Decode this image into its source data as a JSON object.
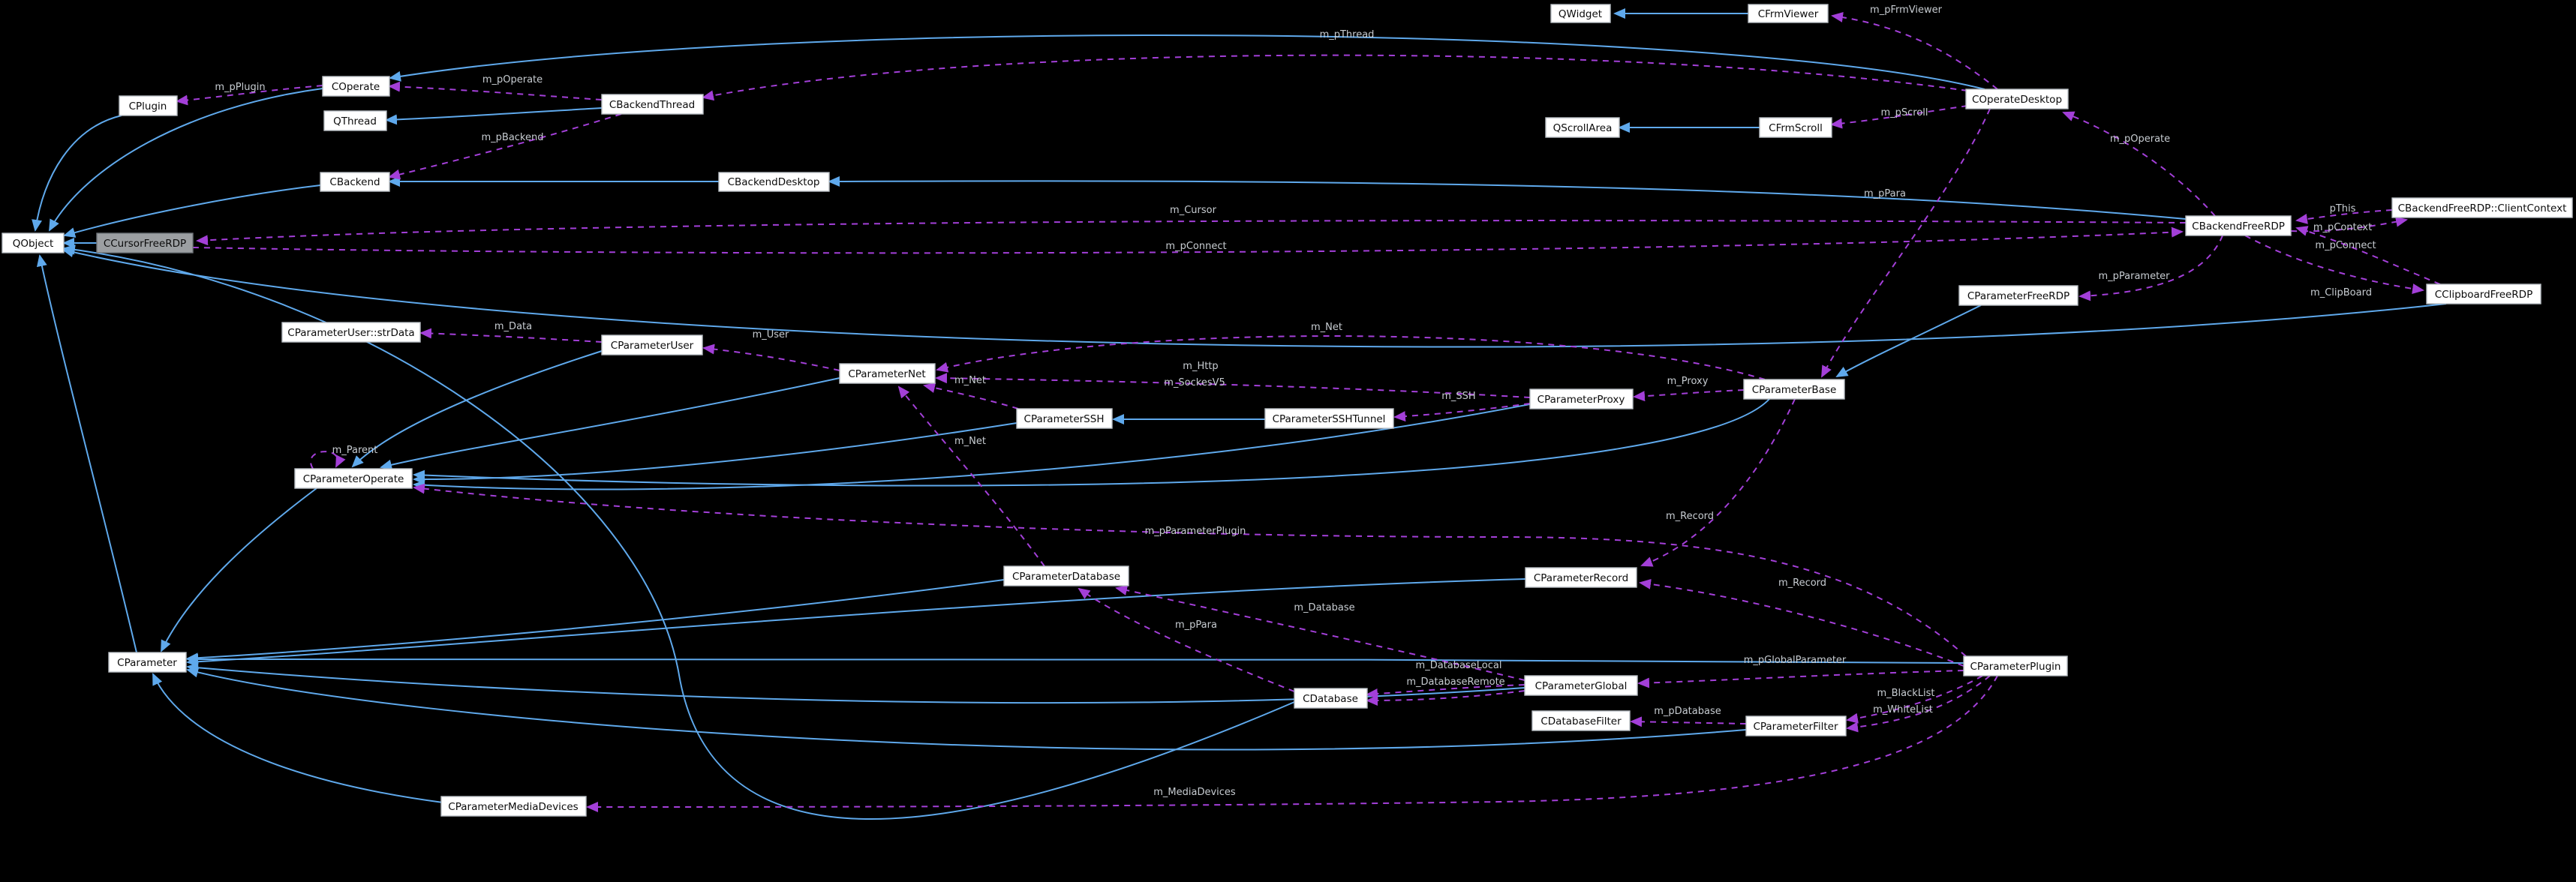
{
  "diagram": {
    "type": "class-collaboration-graph",
    "background": "#000000",
    "colors": {
      "inheritance_edge": "#5fa9ec",
      "member_edge": "#a33fd8",
      "node_fill": "#ffffff",
      "node_border": "#b9bfc5",
      "highlight_node_fill": "#9c9fa2",
      "edge_label_text": "#c7ccd1",
      "node_text": "#0b0b0b"
    },
    "highlighted_node": "CCursorFreeRDP",
    "nodes": [
      {
        "id": "qwidget",
        "label": "QWidget"
      },
      {
        "id": "cfrmviewer",
        "label": "CFrmViewer"
      },
      {
        "id": "coperatedesktop",
        "label": "COperateDesktop"
      },
      {
        "id": "qscrollarea",
        "label": "QScrollArea"
      },
      {
        "id": "cfrmscroll",
        "label": "CFrmScroll"
      },
      {
        "id": "cplugin",
        "label": "CPlugin"
      },
      {
        "id": "coperate",
        "label": "COperate"
      },
      {
        "id": "qthread",
        "label": "QThread"
      },
      {
        "id": "cbackendthread",
        "label": "CBackendThread"
      },
      {
        "id": "cbackend",
        "label": "CBackend"
      },
      {
        "id": "cbackenddesktop",
        "label": "CBackendDesktop"
      },
      {
        "id": "qobject",
        "label": "QObject"
      },
      {
        "id": "ccursorfreerdp",
        "label": "CCursorFreeRDP"
      },
      {
        "id": "cbackendfreerdp",
        "label": "CBackendFreeRDP"
      },
      {
        "id": "clientcontext",
        "label": "CBackendFreeRDP::ClientContext"
      },
      {
        "id": "cclipboardfreerdp",
        "label": "CClipboardFreeRDP"
      },
      {
        "id": "cparameterfreerdp",
        "label": "CParameterFreeRDP"
      },
      {
        "id": "strdata",
        "label": "CParameterUser::strData"
      },
      {
        "id": "cparameteruser",
        "label": "CParameterUser"
      },
      {
        "id": "cparameternet",
        "label": "CParameterNet"
      },
      {
        "id": "cparameterssh",
        "label": "CParameterSSH"
      },
      {
        "id": "cparametersshtunnel",
        "label": "CParameterSSHTunnel"
      },
      {
        "id": "cparameterproxy",
        "label": "CParameterProxy"
      },
      {
        "id": "cparameterbase",
        "label": "CParameterBase"
      },
      {
        "id": "cparameteroperate",
        "label": "CParameterOperate"
      },
      {
        "id": "cparameterdatabase",
        "label": "CParameterDatabase"
      },
      {
        "id": "cparameterrecord",
        "label": "CParameterRecord"
      },
      {
        "id": "cparameter",
        "label": "CParameter"
      },
      {
        "id": "cparameterplugin",
        "label": "CParameterPlugin"
      },
      {
        "id": "cparameterglobal",
        "label": "CParameterGlobal"
      },
      {
        "id": "cdatabase",
        "label": "CDatabase"
      },
      {
        "id": "cdatabasefilter",
        "label": "CDatabaseFilter"
      },
      {
        "id": "cparameterfilter",
        "label": "CParameterFilter"
      },
      {
        "id": "cparametermediadevices",
        "label": "CParameterMediaDevices"
      }
    ],
    "edge_labels": [
      "m_pPlugin",
      "m_pOperate",
      "m_pBackend",
      "m_pThread",
      "m_pFrmViewer",
      "m_pScroll",
      "m_pOperate",
      "m_pPara",
      "pThis",
      "m_pContext",
      "m_pConnect",
      "m_ClipBoard",
      "m_Cursor",
      "m_pConnect",
      "m_pParameter",
      "m_Data",
      "m_User",
      "m_Net",
      "m_Net",
      "m_Net",
      "m_Http",
      "m_SockesV5",
      "m_SSH",
      "m_Proxy",
      "m_Parent",
      "m_Record",
      "m_Record",
      "m_pParameterPlugin",
      "m_Database",
      "m_pPara",
      "m_DatabaseLocal",
      "m_DatabaseRemote",
      "m_pGlobalParameter",
      "m_pDatabase",
      "m_BlackList",
      "m_WhiteList",
      "m_MediaDevices"
    ],
    "edges": [
      {
        "from": "CFrmViewer",
        "to": "QWidget",
        "kind": "inheritance"
      },
      {
        "from": "CFrmScroll",
        "to": "QScrollArea",
        "kind": "inheritance"
      },
      {
        "from": "COperateDesktop",
        "to": "COperate",
        "kind": "inheritance"
      },
      {
        "from": "CBackendThread",
        "to": "QThread",
        "kind": "inheritance"
      },
      {
        "from": "CBackendDesktop",
        "to": "CBackend",
        "kind": "inheritance"
      },
      {
        "from": "CBackendFreeRDP",
        "to": "CBackendDesktop",
        "kind": "inheritance"
      },
      {
        "from": "CPlugin",
        "to": "QObject",
        "kind": "inheritance"
      },
      {
        "from": "COperate",
        "to": "QObject",
        "kind": "inheritance"
      },
      {
        "from": "CBackend",
        "to": "QObject",
        "kind": "inheritance"
      },
      {
        "from": "CCursorFreeRDP",
        "to": "QObject",
        "kind": "inheritance"
      },
      {
        "from": "CClipboardFreeRDP",
        "to": "QObject",
        "kind": "inheritance"
      },
      {
        "from": "CParameter",
        "to": "QObject",
        "kind": "inheritance"
      },
      {
        "from": "CDatabase",
        "to": "QObject",
        "kind": "inheritance"
      },
      {
        "from": "CParameterOperate",
        "to": "CParameter",
        "kind": "inheritance"
      },
      {
        "from": "CParameterUser",
        "to": "CParameterOperate",
        "kind": "inheritance"
      },
      {
        "from": "CParameterNet",
        "to": "CParameterOperate",
        "kind": "inheritance"
      },
      {
        "from": "CParameterSSH",
        "to": "CParameterOperate",
        "kind": "inheritance"
      },
      {
        "from": "CParameterProxy",
        "to": "CParameterOperate",
        "kind": "inheritance"
      },
      {
        "from": "CParameterBase",
        "to": "CParameterOperate",
        "kind": "inheritance"
      },
      {
        "from": "CParameterSSHTunnel",
        "to": "CParameterSSH",
        "kind": "inheritance"
      },
      {
        "from": "CParameterFreeRDP",
        "to": "CParameterBase",
        "kind": "inheritance"
      },
      {
        "from": "CParameterDatabase",
        "to": "CParameter",
        "kind": "inheritance"
      },
      {
        "from": "CParameterRecord",
        "to": "CParameter",
        "kind": "inheritance"
      },
      {
        "from": "CParameterGlobal",
        "to": "CParameter",
        "kind": "inheritance"
      },
      {
        "from": "CParameterFilter",
        "to": "CParameter",
        "kind": "inheritance"
      },
      {
        "from": "CParameterPlugin",
        "to": "CParameter",
        "kind": "inheritance"
      },
      {
        "from": "CParameterMediaDevices",
        "to": "CParameter",
        "kind": "inheritance"
      },
      {
        "from": "COperate",
        "to": "CPlugin",
        "kind": "member",
        "label": "m_pPlugin"
      },
      {
        "from": "CBackendThread",
        "to": "COperate",
        "kind": "member",
        "label": "m_pOperate"
      },
      {
        "from": "CBackendThread",
        "to": "CBackend",
        "kind": "member",
        "label": "m_pBackend"
      },
      {
        "from": "COperateDesktop",
        "to": "CBackendThread",
        "kind": "member",
        "label": "m_pThread"
      },
      {
        "from": "COperateDesktop",
        "to": "CFrmViewer",
        "kind": "member",
        "label": "m_pFrmViewer"
      },
      {
        "from": "COperateDesktop",
        "to": "CFrmScroll",
        "kind": "member",
        "label": "m_pScroll"
      },
      {
        "from": "CBackendFreeRDP",
        "to": "COperateDesktop",
        "kind": "member",
        "label": "m_pOperate"
      },
      {
        "from": "COperateDesktop",
        "to": "CParameterBase",
        "kind": "member",
        "label": "m_pPara"
      },
      {
        "from": "CBackendFreeRDP::ClientContext",
        "to": "CBackendFreeRDP",
        "kind": "member",
        "label": "pThis"
      },
      {
        "from": "CBackendFreeRDP",
        "to": "CBackendFreeRDP::ClientContext",
        "kind": "member",
        "label": "m_pContext"
      },
      {
        "from": "CClipboardFreeRDP",
        "to": "CBackendFreeRDP",
        "kind": "member",
        "label": "m_pConnect"
      },
      {
        "from": "CBackendFreeRDP",
        "to": "CClipboardFreeRDP",
        "kind": "member",
        "label": "m_ClipBoard"
      },
      {
        "from": "CBackendFreeRDP",
        "to": "CCursorFreeRDP",
        "kind": "member",
        "label": "m_Cursor"
      },
      {
        "from": "CCursorFreeRDP",
        "to": "CBackendFreeRDP",
        "kind": "member",
        "label": "m_pConnect"
      },
      {
        "from": "CBackendFreeRDP",
        "to": "CParameterFreeRDP",
        "kind": "member",
        "label": "m_pParameter"
      },
      {
        "from": "CParameterNet",
        "to": "CParameterUser",
        "kind": "member",
        "label": "m_User"
      },
      {
        "from": "CParameterUser",
        "to": "CParameterUser::strData",
        "kind": "member",
        "label": "m_Data"
      },
      {
        "from": "CParameterBase",
        "to": "CParameterNet",
        "kind": "member",
        "label": "m_Net"
      },
      {
        "from": "CParameterSSH",
        "to": "CParameterNet",
        "kind": "member",
        "label": "m_Net"
      },
      {
        "from": "CParameterDatabase",
        "to": "CParameterNet",
        "kind": "member",
        "label": "m_Net"
      },
      {
        "from": "CParameterProxy",
        "to": "CParameterNet",
        "kind": "member",
        "label": "m_Http / m_SockesV5"
      },
      {
        "from": "CParameterProxy",
        "to": "CParameterSSHTunnel",
        "kind": "member",
        "label": "m_SSH"
      },
      {
        "from": "CParameterBase",
        "to": "CParameterProxy",
        "kind": "member",
        "label": "m_Proxy"
      },
      {
        "from": "CParameterOperate",
        "to": "CParameterOperate",
        "kind": "member",
        "label": "m_Parent"
      },
      {
        "from": "CParameterBase",
        "to": "CParameterRecord",
        "kind": "member",
        "label": "m_Record"
      },
      {
        "from": "CParameterPlugin",
        "to": "CParameterRecord",
        "kind": "member",
        "label": "m_Record"
      },
      {
        "from": "CParameterPlugin",
        "to": "CParameterOperate",
        "kind": "member",
        "label": "m_pParameterPlugin"
      },
      {
        "from": "CParameterGlobal",
        "to": "CParameterDatabase",
        "kind": "member",
        "label": "m_Database"
      },
      {
        "from": "CDatabase",
        "to": "CParameterDatabase",
        "kind": "member",
        "label": "m_pPara"
      },
      {
        "from": "CParameterGlobal",
        "to": "CDatabase",
        "kind": "member",
        "label": "m_DatabaseLocal"
      },
      {
        "from": "CParameterGlobal",
        "to": "CDatabase",
        "kind": "member",
        "label": "m_DatabaseRemote"
      },
      {
        "from": "CParameterPlugin",
        "to": "CParameterGlobal",
        "kind": "member",
        "label": "m_pGlobalParameter"
      },
      {
        "from": "CParameterFilter",
        "to": "CDatabaseFilter",
        "kind": "member",
        "label": "m_pDatabase"
      },
      {
        "from": "CParameterPlugin",
        "to": "CParameterFilter",
        "kind": "member",
        "label": "m_BlackList"
      },
      {
        "from": "CParameterPlugin",
        "to": "CParameterFilter",
        "kind": "member",
        "label": "m_WhiteList"
      },
      {
        "from": "CParameterPlugin",
        "to": "CParameterMediaDevices",
        "kind": "member",
        "label": "m_MediaDevices"
      }
    ]
  }
}
